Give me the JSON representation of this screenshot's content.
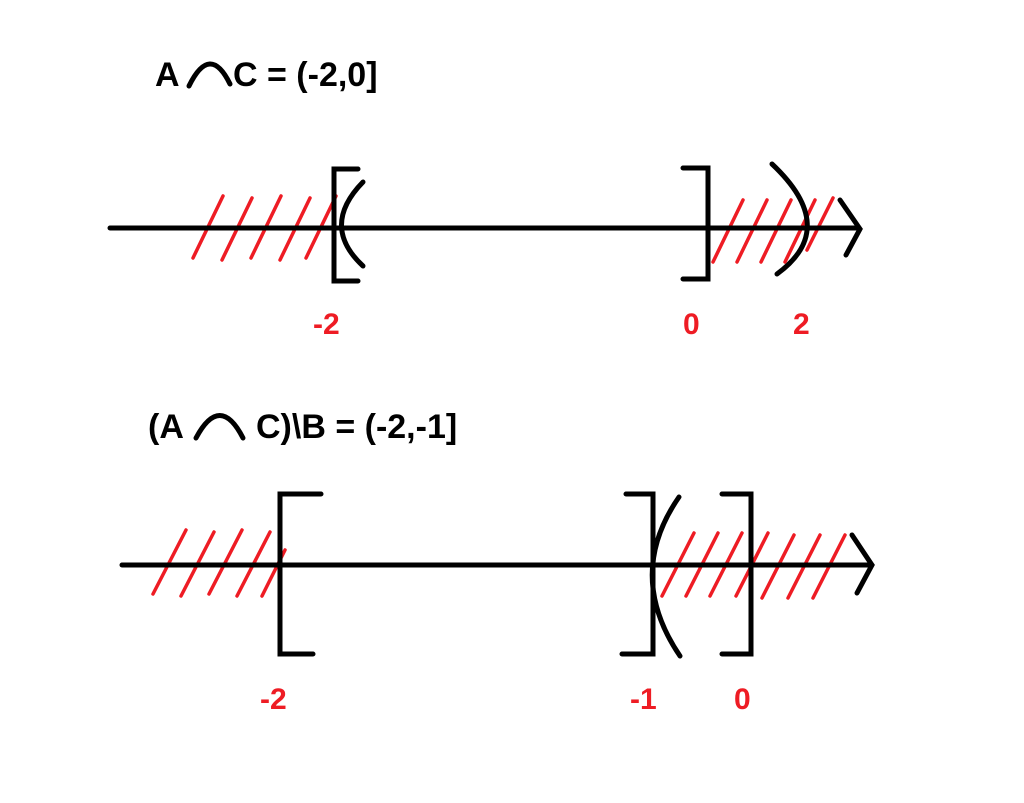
{
  "colors": {
    "ink": "#000000",
    "accent": "#ee1c24",
    "background": "#ffffff"
  },
  "diagram_1": {
    "heading": {
      "left": "A",
      "right": "C = (-2,0]",
      "operator_icon": "intersection-icon"
    },
    "marks": [
      {
        "value": -2,
        "label": "-2",
        "symbols": [
          "[",
          "("
        ]
      },
      {
        "value": 0,
        "label": "0",
        "symbols": [
          "]"
        ]
      },
      {
        "value": 2,
        "label": "2",
        "symbols": [
          ")"
        ]
      }
    ],
    "shaded": [
      "x < -2",
      "x > 0"
    ]
  },
  "diagram_2": {
    "heading": {
      "left": "(A",
      "right": "C)\\B = (-2,-1]",
      "operator_icon": "intersection-icon"
    },
    "marks": [
      {
        "value": -2,
        "label": "-2",
        "symbols": [
          "["
        ]
      },
      {
        "value": -1,
        "label": "-1",
        "symbols": [
          "]",
          "("
        ]
      },
      {
        "value": 0,
        "label": "0",
        "symbols": [
          "]"
        ]
      }
    ],
    "shaded": [
      "x < -2",
      "x > -1"
    ]
  }
}
